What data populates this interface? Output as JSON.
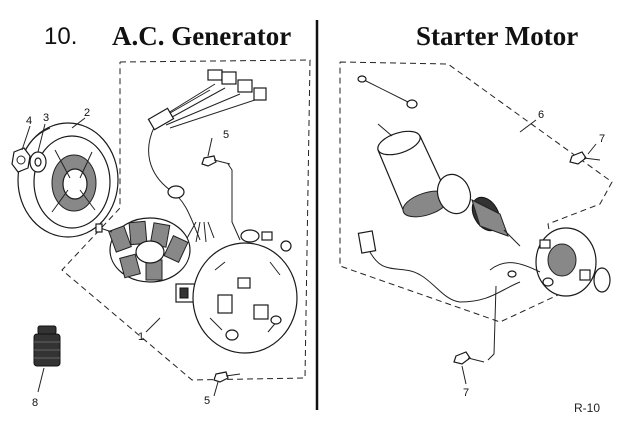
{
  "titles": {
    "section_number": "10.",
    "left": "A.C. Generator",
    "right": "Starter Motor"
  },
  "callouts": {
    "c1": "1",
    "c2": "2",
    "c3": "3",
    "c4": "4",
    "c5a": "5",
    "c5b": "5",
    "c6": "6",
    "c7a": "7",
    "c7b": "7",
    "c8": "8"
  },
  "page_code": "R-10"
}
